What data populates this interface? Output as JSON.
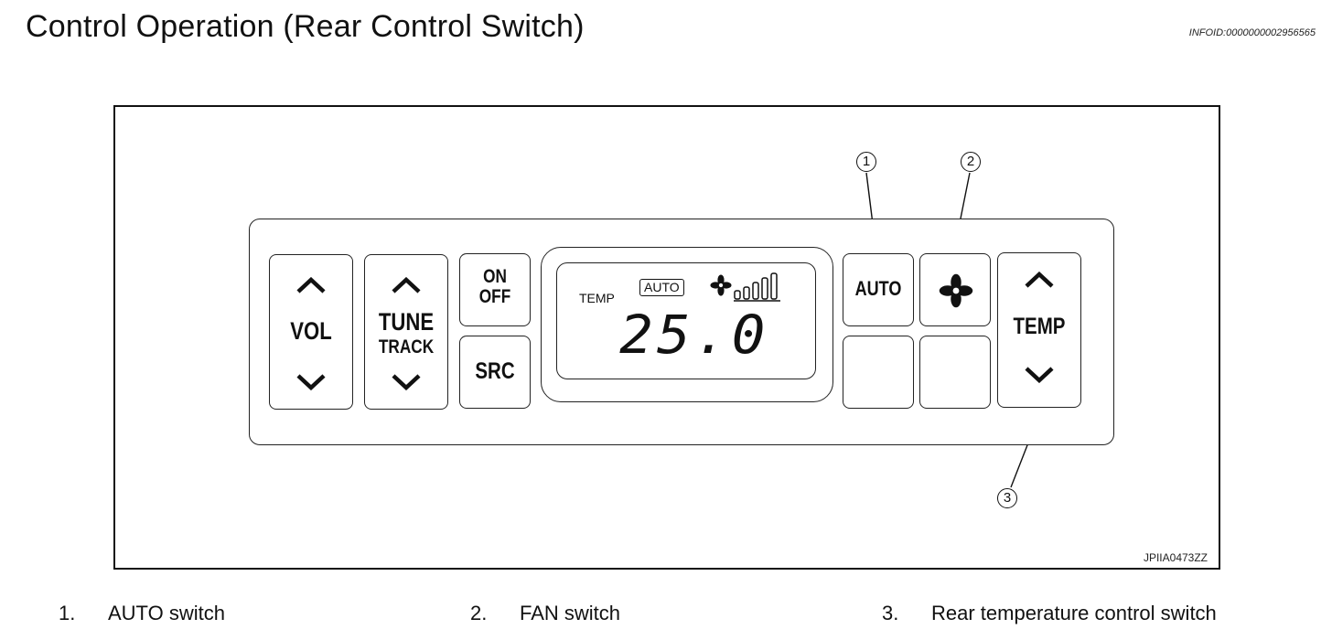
{
  "header": {
    "title": "Control Operation (Rear Control Switch)",
    "info_id": "INFOID:0000000002956565"
  },
  "figure": {
    "figure_id": "JPIIA0473ZZ",
    "buttons": {
      "vol": "VOL",
      "tune": "TUNE",
      "track": "TRACK",
      "on": "ON",
      "off": "OFF",
      "src": "SRC",
      "auto": "AUTO",
      "temp": "TEMP"
    },
    "display": {
      "temp_label": "TEMP",
      "auto_label": "AUTO",
      "temperature": "25.0"
    },
    "callouts": [
      "1",
      "2",
      "3"
    ]
  },
  "legend": [
    {
      "num": "1.",
      "label": "AUTO switch"
    },
    {
      "num": "2.",
      "label": "FAN switch"
    },
    {
      "num": "3.",
      "label": "Rear temperature control switch"
    }
  ],
  "icons": [
    "chevron-up-icon",
    "chevron-down-icon",
    "fan-icon",
    "fan-level-bars-icon"
  ]
}
